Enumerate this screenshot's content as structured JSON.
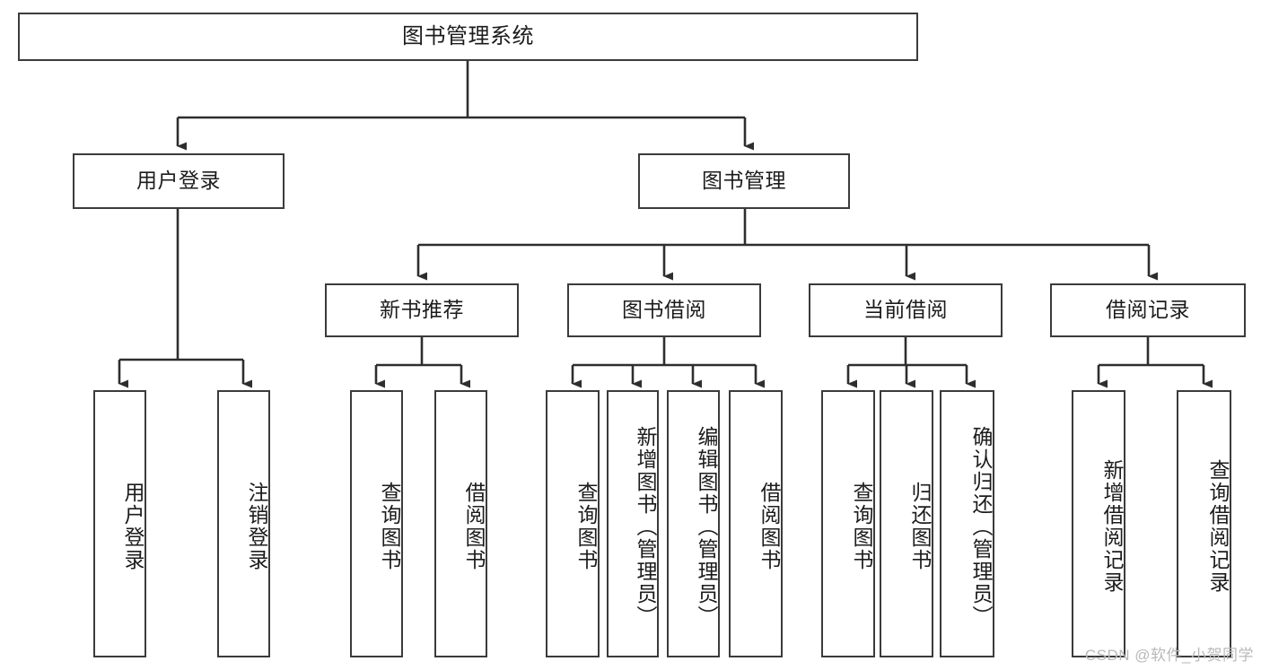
{
  "diagram": {
    "title": "图书管理系统",
    "watermark": "CSDN @软件_小贺同学",
    "colors": {
      "box_border": "#3b3b3b",
      "box_fill": "#ffffff",
      "connector": "#2e2e2e",
      "text": "#1c1c1c",
      "watermark": "#b9b9b9",
      "background": "#ffffff"
    },
    "nodes": {
      "root": {
        "label": "图书管理系统",
        "level": 1
      },
      "l2": [
        {
          "id": "user-login",
          "label": "用户登录",
          "level": 2
        },
        {
          "id": "book-management",
          "label": "图书管理",
          "level": 2
        }
      ],
      "l3": [
        {
          "id": "new-book-recommend",
          "label": "新书推荐",
          "level": 3,
          "parent": "book-management"
        },
        {
          "id": "book-borrow",
          "label": "图书借阅",
          "level": 3,
          "parent": "book-management"
        },
        {
          "id": "current-borrow",
          "label": "当前借阅",
          "level": 3,
          "parent": "book-management"
        },
        {
          "id": "borrow-record",
          "label": "借阅记录",
          "level": 3,
          "parent": "book-management"
        }
      ],
      "leaves": [
        {
          "id": "leaf-user-login",
          "label": "用户登录",
          "parent": "user-login"
        },
        {
          "id": "leaf-logout-login",
          "label": "注销登录",
          "parent": "user-login"
        },
        {
          "id": "leaf-query-book-1",
          "label": "查询图书",
          "parent": "new-book-recommend"
        },
        {
          "id": "leaf-borrow-book-1",
          "label": "借阅图书",
          "parent": "new-book-recommend"
        },
        {
          "id": "leaf-query-book-2",
          "label": "查询图书",
          "parent": "book-borrow"
        },
        {
          "id": "leaf-add-book",
          "label": "新增图书（管理员）",
          "parent": "book-borrow"
        },
        {
          "id": "leaf-edit-book",
          "label": "编辑图书（管理员）",
          "parent": "book-borrow"
        },
        {
          "id": "leaf-borrow-book-2",
          "label": "借阅图书",
          "parent": "book-borrow"
        },
        {
          "id": "leaf-query-book-3",
          "label": "查询图书",
          "parent": "current-borrow"
        },
        {
          "id": "leaf-return-book",
          "label": "归还图书",
          "parent": "current-borrow"
        },
        {
          "id": "leaf-confirm-return",
          "label": "确认归还（管理员）",
          "parent": "current-borrow"
        },
        {
          "id": "leaf-add-record",
          "label": "新增借阅记录",
          "parent": "borrow-record"
        },
        {
          "id": "leaf-query-record",
          "label": "查询借阅记录",
          "parent": "borrow-record"
        }
      ]
    }
  }
}
